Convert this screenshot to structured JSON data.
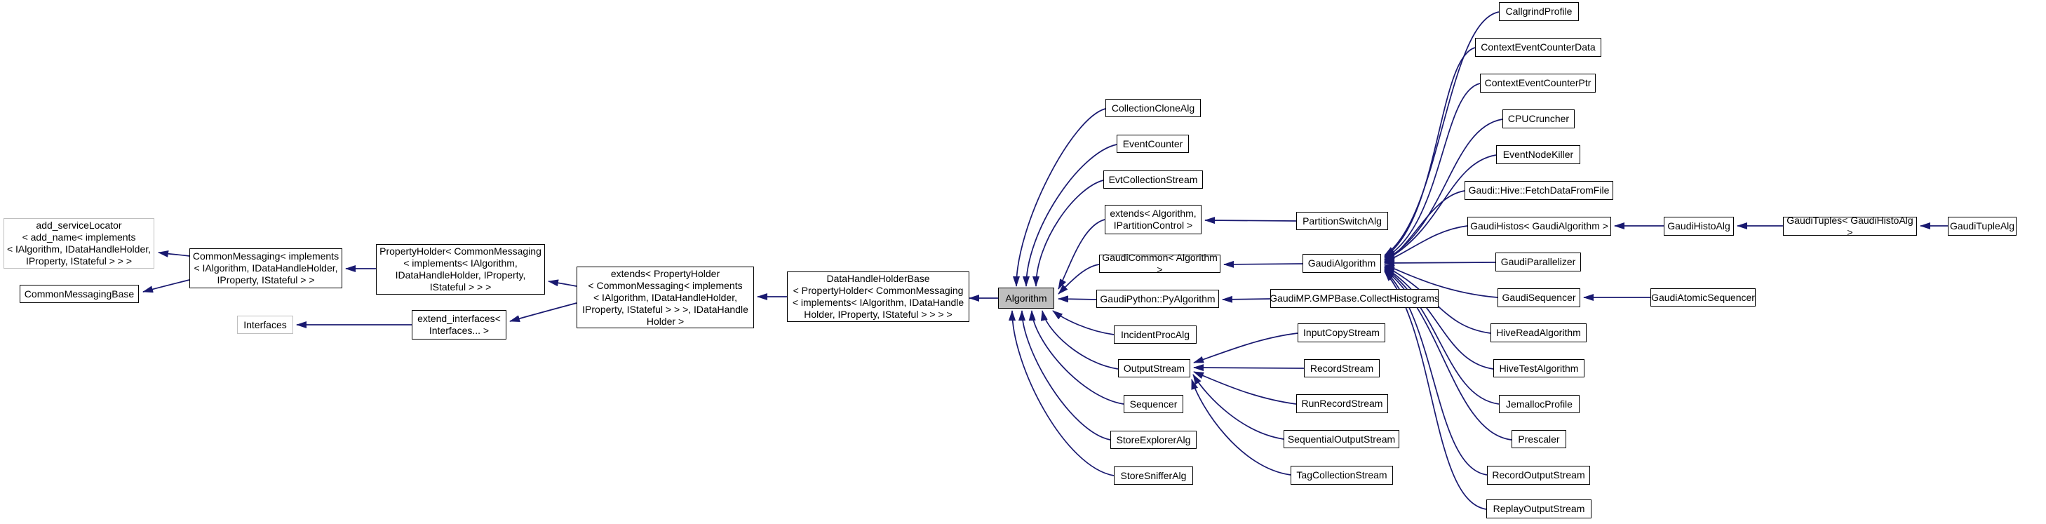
{
  "diagram": {
    "kind": "doxygen-inheritance-graph",
    "focus_class": "Algorithm",
    "colors": {
      "background": "#ffffff",
      "edge": "#191970",
      "node_border": "#000000",
      "template_node_border": "#bfbfbf",
      "focus_node_fill": "#bfbfbf",
      "node_fill": "#ffffff",
      "text": "#000000"
    }
  },
  "nodes": [
    {
      "id": "add_serviceLocator",
      "label": "add_serviceLocator\n< add_name< implements\n< IAlgorithm, IDataHandleHolder,\nIProperty, IStateful > > >"
    },
    {
      "id": "CommonMessagingBase",
      "label": "CommonMessagingBase"
    },
    {
      "id": "CommonMessaging",
      "label": "CommonMessaging< implements\n< IAlgorithm, IDataHandleHolder,\nIProperty, IStateful > >"
    },
    {
      "id": "PropertyHolder",
      "label": "PropertyHolder< CommonMessaging\n< implements< IAlgorithm,\nIDataHandleHolder, IProperty,\nIStateful > > >"
    },
    {
      "id": "Interfaces",
      "label": "Interfaces"
    },
    {
      "id": "extend_interfaces",
      "label": "extend_interfaces<\nInterfaces... >"
    },
    {
      "id": "extends_PropertyHolder_IDataHandleHolder",
      "label": "extends< PropertyHolder\n< CommonMessaging< implements\n< IAlgorithm, IDataHandleHolder,\nIProperty, IStateful > > >, IDataHandle\nHolder >"
    },
    {
      "id": "DataHandleHolderBase",
      "label": "DataHandleHolderBase\n< PropertyHolder< CommonMessaging\n< implements< IAlgorithm, IDataHandle\nHolder, IProperty, IStateful > > > >"
    },
    {
      "id": "Algorithm",
      "label": "Algorithm"
    },
    {
      "id": "CollectionCloneAlg",
      "label": "CollectionCloneAlg"
    },
    {
      "id": "EventCounter",
      "label": "EventCounter"
    },
    {
      "id": "EvtCollectionStream",
      "label": "EvtCollectionStream"
    },
    {
      "id": "extends_Algorithm_IPartitionControl",
      "label": "extends< Algorithm,\nIPartitionControl >"
    },
    {
      "id": "GaudiCommon_Algorithm",
      "label": "GaudiCommon< Algorithm >"
    },
    {
      "id": "GaudiPython_PyAlgorithm",
      "label": "GaudiPython::PyAlgorithm"
    },
    {
      "id": "IncidentProcAlg",
      "label": "IncidentProcAlg"
    },
    {
      "id": "OutputStream",
      "label": "OutputStream"
    },
    {
      "id": "Sequencer",
      "label": "Sequencer"
    },
    {
      "id": "StoreExplorerAlg",
      "label": "StoreExplorerAlg"
    },
    {
      "id": "StoreSnifferAlg",
      "label": "StoreSnifferAlg"
    },
    {
      "id": "PartitionSwitchAlg",
      "label": "PartitionSwitchAlg"
    },
    {
      "id": "GaudiAlgorithm",
      "label": "GaudiAlgorithm"
    },
    {
      "id": "GaudiMP_GMPBase_CollectHistograms",
      "label": "GaudiMP.GMPBase.CollectHistograms"
    },
    {
      "id": "InputCopyStream",
      "label": "InputCopyStream"
    },
    {
      "id": "RecordStream",
      "label": "RecordStream"
    },
    {
      "id": "RunRecordStream",
      "label": "RunRecordStream"
    },
    {
      "id": "SequentialOutputStream",
      "label": "SequentialOutputStream"
    },
    {
      "id": "TagCollectionStream",
      "label": "TagCollectionStream"
    },
    {
      "id": "CallgrindProfile",
      "label": "CallgrindProfile"
    },
    {
      "id": "ContextEventCounterData",
      "label": "ContextEventCounterData"
    },
    {
      "id": "ContextEventCounterPtr",
      "label": "ContextEventCounterPtr"
    },
    {
      "id": "CPUCruncher",
      "label": "CPUCruncher"
    },
    {
      "id": "EventNodeKiller",
      "label": "EventNodeKiller"
    },
    {
      "id": "Gaudi_Hive_FetchDataFromFile",
      "label": "Gaudi::Hive::FetchDataFromFile"
    },
    {
      "id": "GaudiHistos_GaudiAlgorithm",
      "label": "GaudiHistos< GaudiAlgorithm >"
    },
    {
      "id": "GaudiParallelizer",
      "label": "GaudiParallelizer"
    },
    {
      "id": "GaudiSequencer",
      "label": "GaudiSequencer"
    },
    {
      "id": "HiveReadAlgorithm",
      "label": "HiveReadAlgorithm"
    },
    {
      "id": "HiveTestAlgorithm",
      "label": "HiveTestAlgorithm"
    },
    {
      "id": "JemallocProfile",
      "label": "JemallocProfile"
    },
    {
      "id": "Prescaler",
      "label": "Prescaler"
    },
    {
      "id": "RecordOutputStream",
      "label": "RecordOutputStream"
    },
    {
      "id": "ReplayOutputStream",
      "label": "ReplayOutputStream"
    },
    {
      "id": "GaudiHistoAlg",
      "label": "GaudiHistoAlg"
    },
    {
      "id": "GaudiAtomicSequencer",
      "label": "GaudiAtomicSequencer"
    },
    {
      "id": "GaudiTuples_GaudiHistoAlg",
      "label": "GaudiTuples< GaudiHistoAlg >"
    },
    {
      "id": "GaudiTupleAlg",
      "label": "GaudiTupleAlg"
    }
  ],
  "edges": [
    {
      "from": "CommonMessaging",
      "to": "add_serviceLocator"
    },
    {
      "from": "CommonMessaging",
      "to": "CommonMessagingBase"
    },
    {
      "from": "PropertyHolder",
      "to": "CommonMessaging"
    },
    {
      "from": "extend_interfaces",
      "to": "Interfaces"
    },
    {
      "from": "extends_PropertyHolder_IDataHandleHolder",
      "to": "PropertyHolder"
    },
    {
      "from": "extends_PropertyHolder_IDataHandleHolder",
      "to": "extend_interfaces"
    },
    {
      "from": "DataHandleHolderBase",
      "to": "extends_PropertyHolder_IDataHandleHolder"
    },
    {
      "from": "Algorithm",
      "to": "DataHandleHolderBase"
    },
    {
      "from": "CollectionCloneAlg",
      "to": "Algorithm"
    },
    {
      "from": "EventCounter",
      "to": "Algorithm"
    },
    {
      "from": "EvtCollectionStream",
      "to": "Algorithm"
    },
    {
      "from": "extends_Algorithm_IPartitionControl",
      "to": "Algorithm"
    },
    {
      "from": "GaudiCommon_Algorithm",
      "to": "Algorithm"
    },
    {
      "from": "GaudiPython_PyAlgorithm",
      "to": "Algorithm"
    },
    {
      "from": "IncidentProcAlg",
      "to": "Algorithm"
    },
    {
      "from": "OutputStream",
      "to": "Algorithm"
    },
    {
      "from": "Sequencer",
      "to": "Algorithm"
    },
    {
      "from": "StoreExplorerAlg",
      "to": "Algorithm"
    },
    {
      "from": "StoreSnifferAlg",
      "to": "Algorithm"
    },
    {
      "from": "PartitionSwitchAlg",
      "to": "extends_Algorithm_IPartitionControl"
    },
    {
      "from": "GaudiAlgorithm",
      "to": "GaudiCommon_Algorithm"
    },
    {
      "from": "GaudiMP_GMPBase_CollectHistograms",
      "to": "GaudiPython_PyAlgorithm"
    },
    {
      "from": "InputCopyStream",
      "to": "OutputStream"
    },
    {
      "from": "RecordStream",
      "to": "OutputStream"
    },
    {
      "from": "RunRecordStream",
      "to": "OutputStream"
    },
    {
      "from": "SequentialOutputStream",
      "to": "OutputStream"
    },
    {
      "from": "TagCollectionStream",
      "to": "OutputStream"
    },
    {
      "from": "CallgrindProfile",
      "to": "GaudiAlgorithm"
    },
    {
      "from": "ContextEventCounterData",
      "to": "GaudiAlgorithm"
    },
    {
      "from": "ContextEventCounterPtr",
      "to": "GaudiAlgorithm"
    },
    {
      "from": "CPUCruncher",
      "to": "GaudiAlgorithm"
    },
    {
      "from": "EventNodeKiller",
      "to": "GaudiAlgorithm"
    },
    {
      "from": "Gaudi_Hive_FetchDataFromFile",
      "to": "GaudiAlgorithm"
    },
    {
      "from": "GaudiHistos_GaudiAlgorithm",
      "to": "GaudiAlgorithm"
    },
    {
      "from": "GaudiParallelizer",
      "to": "GaudiAlgorithm"
    },
    {
      "from": "GaudiSequencer",
      "to": "GaudiAlgorithm"
    },
    {
      "from": "HiveReadAlgorithm",
      "to": "GaudiAlgorithm"
    },
    {
      "from": "HiveTestAlgorithm",
      "to": "GaudiAlgorithm"
    },
    {
      "from": "JemallocProfile",
      "to": "GaudiAlgorithm"
    },
    {
      "from": "Prescaler",
      "to": "GaudiAlgorithm"
    },
    {
      "from": "RecordOutputStream",
      "to": "GaudiAlgorithm"
    },
    {
      "from": "ReplayOutputStream",
      "to": "GaudiAlgorithm"
    },
    {
      "from": "GaudiHistoAlg",
      "to": "GaudiHistos_GaudiAlgorithm"
    },
    {
      "from": "GaudiAtomicSequencer",
      "to": "GaudiSequencer"
    },
    {
      "from": "GaudiTuples_GaudiHistoAlg",
      "to": "GaudiHistoAlg"
    },
    {
      "from": "GaudiTupleAlg",
      "to": "GaudiTuples_GaudiHistoAlg"
    }
  ]
}
